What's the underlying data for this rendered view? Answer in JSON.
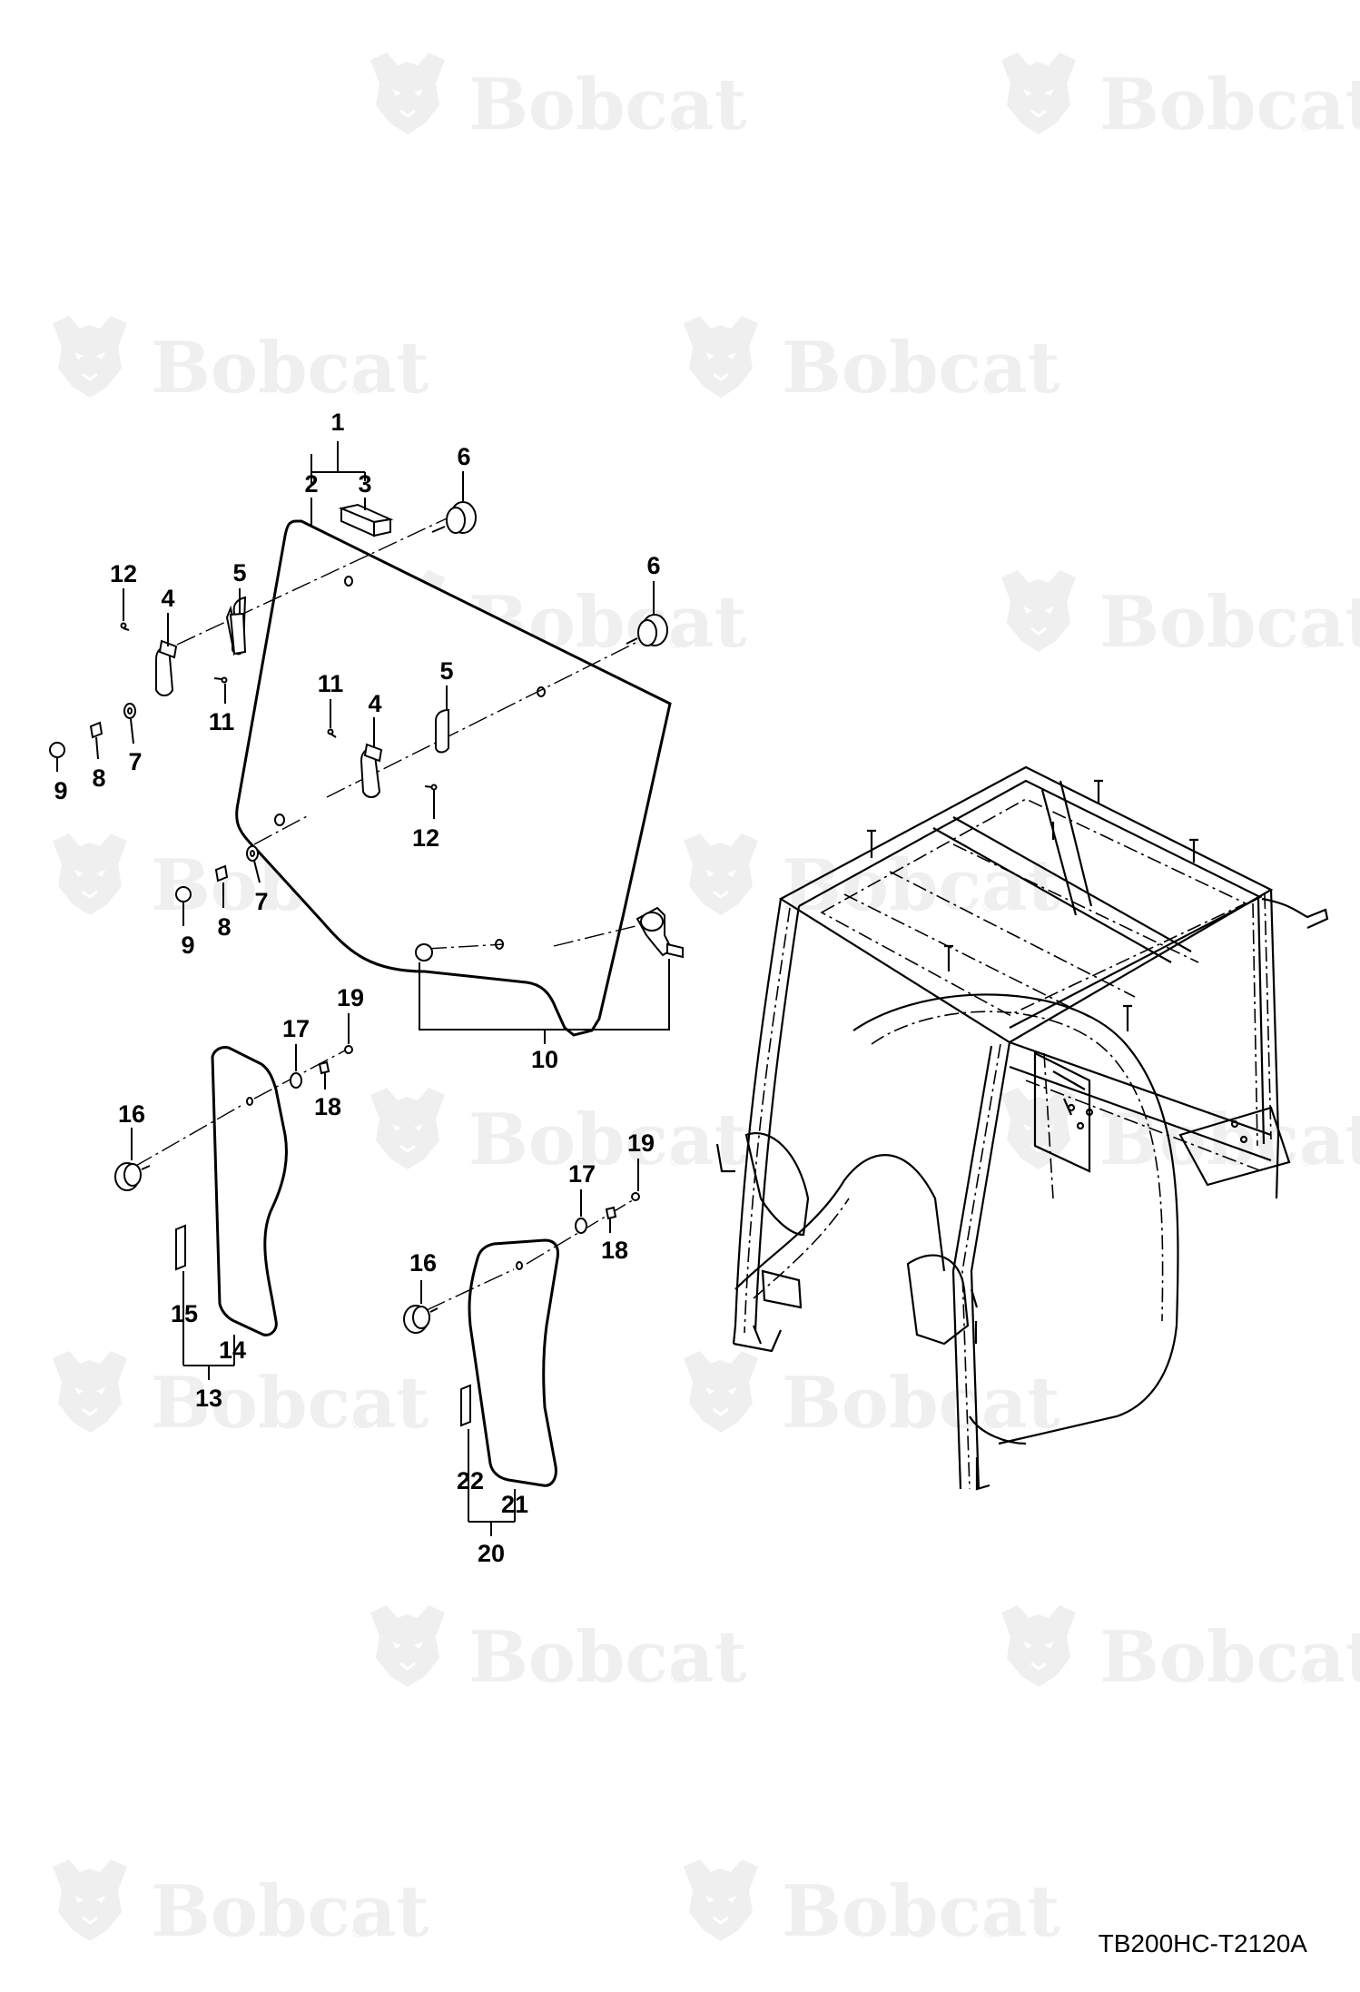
{
  "watermark": {
    "brand": "Bobcat",
    "registered_mark": "®",
    "color": "#efefef"
  },
  "callouts": {
    "c1": "1",
    "c2": "2",
    "c3": "3",
    "c6a": "6",
    "c6b": "6",
    "c12a": "12",
    "c4a": "4",
    "c5a": "5",
    "c11a": "11",
    "c9a": "9",
    "c8a": "8",
    "c7a": "7",
    "c11b": "11",
    "c5b": "5",
    "c4b": "4",
    "c12b": "12",
    "c9b": "9",
    "c8b": "8",
    "c7b": "7",
    "c10": "10",
    "c19a": "19",
    "c17a": "17",
    "c18a": "18",
    "c16a": "16",
    "c15": "15",
    "c14": "14",
    "c13": "13",
    "c19b": "19",
    "c17b": "17",
    "c18b": "18",
    "c16b": "16",
    "c22": "22",
    "c21": "21",
    "c20": "20"
  },
  "drawing_code": "TB200HC-T2120A"
}
